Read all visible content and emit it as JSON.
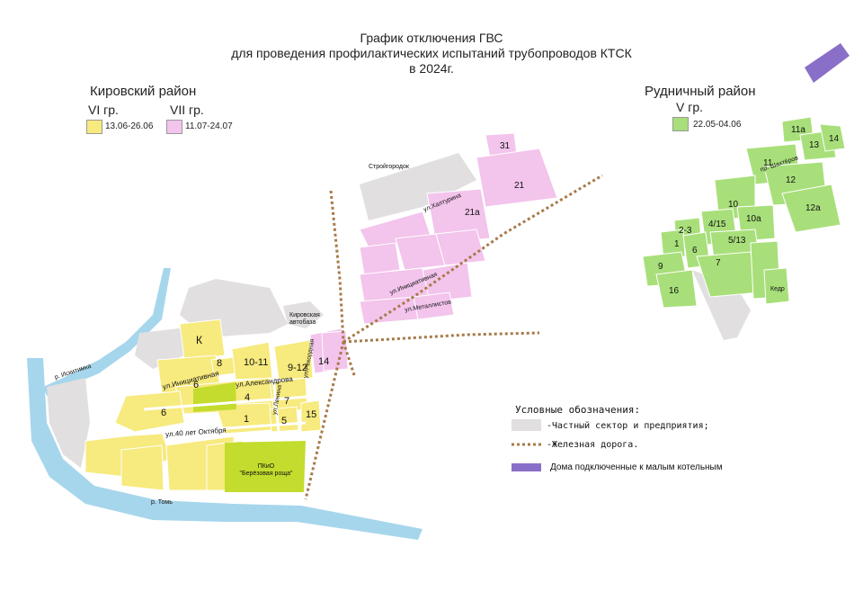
{
  "title": {
    "line1": "График отключения ГВС",
    "line2": "для проведения профилактических испытаний трубопроводов КТСК",
    "line3": "в 2024г."
  },
  "kirov": {
    "name": "Кировский район",
    "group6": {
      "label": "VI гр.",
      "dates": "13.06-26.06",
      "color": "#f7ea7e"
    },
    "group7": {
      "label": "VII гр.",
      "dates": "11.07-24.07",
      "color": "#f3c4ec"
    }
  },
  "rudnichny": {
    "name": "Рудничный район",
    "group5": {
      "label": "V гр.",
      "dates": "22.05-04.06",
      "color": "#a8df7a"
    }
  },
  "legend": {
    "title": "Условные обозначения:",
    "private": "-Частный сектор и предприятия;",
    "railway": "-Железная дорога.",
    "boiler": "Дома подключенные к малым котельным",
    "colors": {
      "private": "#e1dfdf",
      "railway": "#a77a4a",
      "boiler": "#8a6fc8",
      "river": "#a6d6ec",
      "park": "#c3dc2d"
    }
  },
  "kirov_blocks": [
    "К",
    "6",
    "8",
    "10-11",
    "9-12",
    "14",
    "4",
    "7",
    "1",
    "5",
    "15",
    "6"
  ],
  "kirov_pink_blocks": [
    "31",
    "21",
    "21а"
  ],
  "rudn_blocks": [
    "11а",
    "13",
    "14",
    "11",
    "12",
    "10",
    "12а",
    "10а",
    "2-3",
    "4/15",
    "1",
    "6",
    "5/13",
    "9",
    "7",
    "16",
    "Кедр"
  ],
  "streets": {
    "iniciativnaya": "ул.Инициативная",
    "aleksandrova": "ул.Александрова",
    "leninа": "ул.Ленина",
    "rekordnaya": "ул.Рекордная",
    "oktyabrya": "ул.40 лет Октября",
    "khalturina": "ул.Халтурина",
    "metallistov": "ул.Металлистов",
    "iniciativnaya2": "ул.Инициативная",
    "tom": "р. Томь",
    "iskitimka": "р. Искитимка",
    "shakhtyorov": "пр. Шахтёров",
    "avtobaza": "Кировская автобаза",
    "stroygorodok": "Стройгородок"
  },
  "park": {
    "line1": "ПКиО",
    "line2": "\"Берёзовая роща\""
  }
}
